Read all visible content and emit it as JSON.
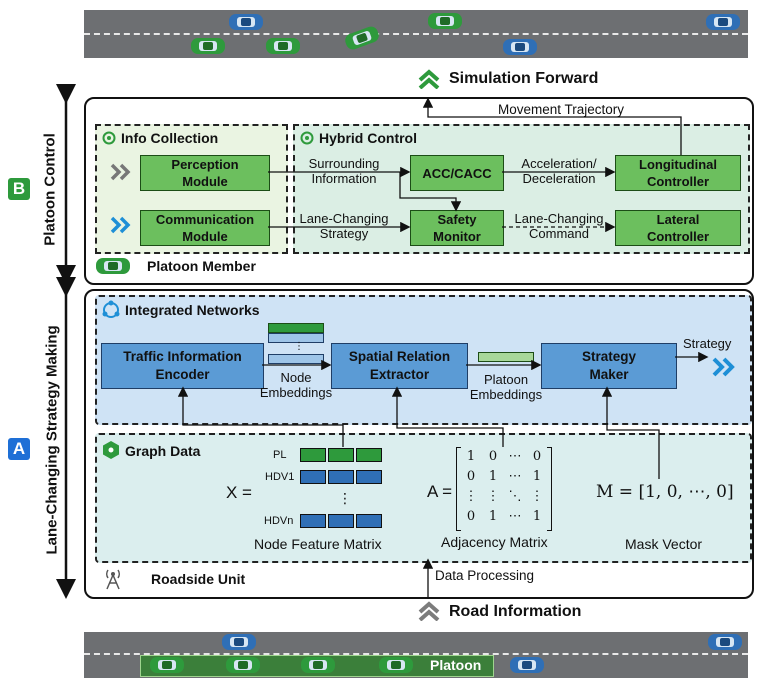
{
  "top_label": "Simulation Forward",
  "bottom_label": "Road Information",
  "section_b": {
    "badge": "B",
    "title": "Platoon Control"
  },
  "section_a": {
    "badge": "A",
    "title": "Lane-Changing Strategy Making"
  },
  "movement_trajectory": "Movement Trajectory",
  "info_collection": {
    "title": "Info Collection",
    "perception": "Perception Module",
    "communication": "Communication Module"
  },
  "hybrid_control": {
    "title": "Hybrid Control",
    "acc": "ACC/CACC",
    "safety": "Safety Monitor",
    "longitudinal": "Longitudinal Controller",
    "lateral": "Lateral Controller",
    "surrounding_line1": "Surrounding",
    "surrounding_line2": "Information",
    "lc_strategy_line1": "Lane-Changing",
    "lc_strategy_line2": "Strategy",
    "accel_line1": "Acceleration/",
    "accel_line2": "Deceleration",
    "lc_command_line1": "Lane-Changing",
    "lc_command_line2": "Command"
  },
  "platoon_member": "Platoon Member",
  "integrated_networks": {
    "title": "Integrated Networks",
    "encoder_line1": "Traffic Information",
    "encoder_line2": "Encoder",
    "extractor_line1": "Spatial Relation",
    "extractor_line2": "Extractor",
    "maker_line1": "Strategy",
    "maker_line2": "Maker",
    "node_emb_line1": "Node",
    "node_emb_line2": "Embeddings",
    "platoon_emb_line1": "Platoon",
    "platoon_emb_line2": "Embeddings",
    "strategy": "Strategy"
  },
  "graph_data": {
    "title": "Graph Data",
    "x_label": "X =",
    "row_pl": "PL",
    "row_hdv1": "HDV1",
    "row_hdvn": "HDVn",
    "node_feature_matrix": "Node Feature Matrix",
    "a_label": "A =",
    "adj_rows": [
      [
        "1",
        "0",
        "⋯",
        "0"
      ],
      [
        "0",
        "1",
        "⋯",
        "1"
      ],
      [
        "⋮",
        "⋮",
        "⋱",
        "⋮"
      ],
      [
        "0",
        "1",
        "⋯",
        "1"
      ]
    ],
    "adjacency_matrix": "Adjacency Matrix",
    "mask_eq": "M = [1, 0, ⋯, 0]",
    "mask_vector": "Mask Vector"
  },
  "roadside_unit": "Roadside Unit",
  "data_processing": "Data Processing",
  "platoon": "Platoon",
  "colors": {
    "green_box": "#6cbf5e",
    "blue_box": "#5b9bd5",
    "green_panel": "#dcefd6",
    "blue_panel": "#cfe3f5",
    "teal_panel": "#dbeeee",
    "info_panel": "#eaf4e2",
    "accent_green": "#2e9a3c",
    "accent_blue": "#1e8fd6",
    "road": "#6d6f72"
  }
}
